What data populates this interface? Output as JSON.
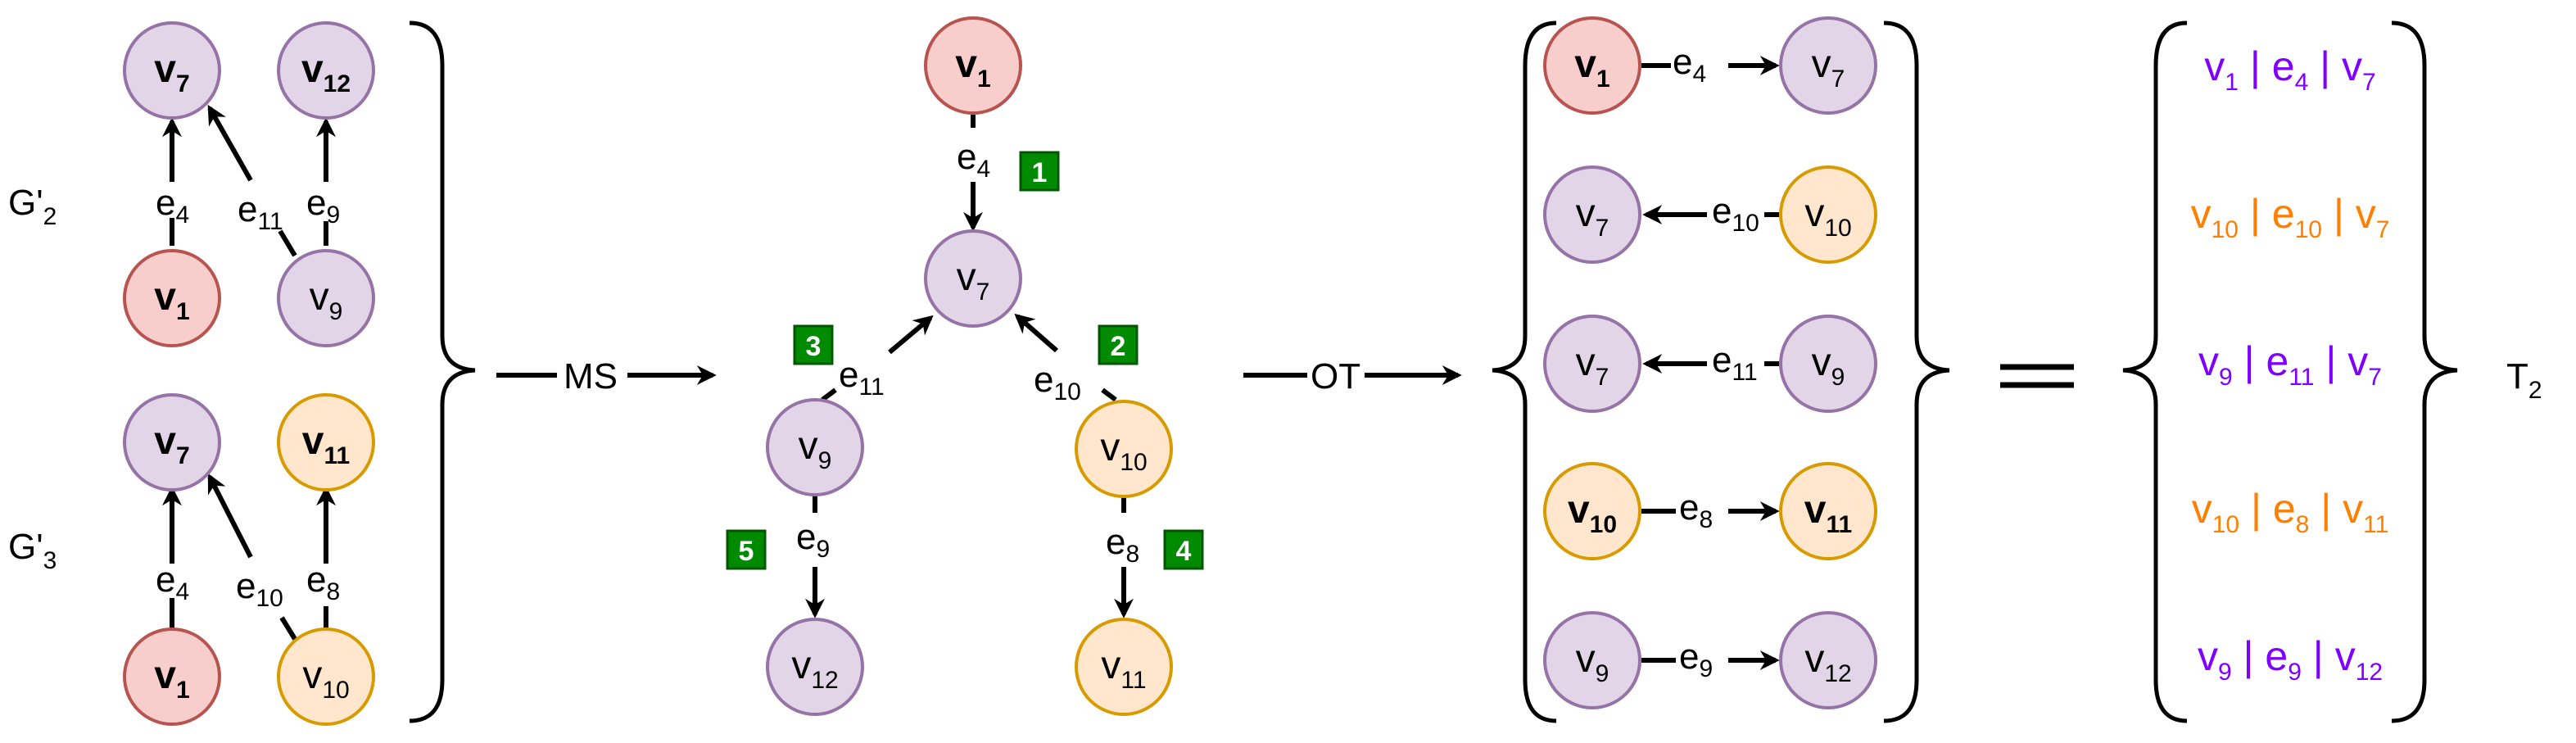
{
  "colors": {
    "red_fill": "#f8cecc",
    "red_stroke": "#b85450",
    "purple_fill": "#e1d5e7",
    "purple_stroke": "#9673a6",
    "orange_fill": "#ffe6cc",
    "orange_stroke": "#d79b00",
    "step_fill": "#008a00",
    "step_stroke": "#005700",
    "purple_text": "#7f00ff",
    "orange_text": "#ff8000"
  },
  "graphs": {
    "g2_label": {
      "main": "G'",
      "sub": "2"
    },
    "g3_label": {
      "main": "G'",
      "sub": "3"
    }
  },
  "arrows": {
    "ms": "MS",
    "ot": "OT"
  },
  "nodes": {
    "v1": {
      "main": "v",
      "sub": "1"
    },
    "v7": {
      "main": "v",
      "sub": "7"
    },
    "v9": {
      "main": "v",
      "sub": "9"
    },
    "v10": {
      "main": "v",
      "sub": "10"
    },
    "v11": {
      "main": "v",
      "sub": "11"
    },
    "v12": {
      "main": "v",
      "sub": "12"
    }
  },
  "edges": {
    "e4": {
      "main": "e",
      "sub": "4"
    },
    "e8": {
      "main": "e",
      "sub": "8"
    },
    "e9": {
      "main": "e",
      "sub": "9"
    },
    "e10": {
      "main": "e",
      "sub": "10"
    },
    "e11": {
      "main": "e",
      "sub": "11"
    }
  },
  "steps": [
    "1",
    "2",
    "3",
    "4",
    "5"
  ],
  "output": {
    "sequence_label": {
      "main": "T",
      "sub": "2"
    },
    "rows": [
      {
        "color": "purple",
        "parts": [
          {
            "m": "v",
            "s": "1"
          },
          {
            "m": " | "
          },
          {
            "m": "e",
            "s": "4"
          },
          {
            "m": " | "
          },
          {
            "m": "v",
            "s": "7"
          }
        ]
      },
      {
        "color": "orange",
        "parts": [
          {
            "m": "v",
            "s": "10"
          },
          {
            "m": " | "
          },
          {
            "m": "e",
            "s": "10"
          },
          {
            "m": " | "
          },
          {
            "m": "v",
            "s": "7"
          }
        ]
      },
      {
        "color": "purple",
        "parts": [
          {
            "m": "v",
            "s": "9"
          },
          {
            "m": " | "
          },
          {
            "m": "e",
            "s": "11"
          },
          {
            "m": " | "
          },
          {
            "m": "v",
            "s": "7"
          }
        ]
      },
      {
        "color": "orange",
        "parts": [
          {
            "m": "v",
            "s": "10"
          },
          {
            "m": " | "
          },
          {
            "m": "e",
            "s": "8"
          },
          {
            "m": " | "
          },
          {
            "m": "v",
            "s": "11"
          }
        ]
      },
      {
        "color": "purple",
        "parts": [
          {
            "m": "v",
            "s": "9"
          },
          {
            "m": " | "
          },
          {
            "m": "e",
            "s": "9"
          },
          {
            "m": " | "
          },
          {
            "m": "v",
            "s": "12"
          }
        ]
      }
    ]
  }
}
